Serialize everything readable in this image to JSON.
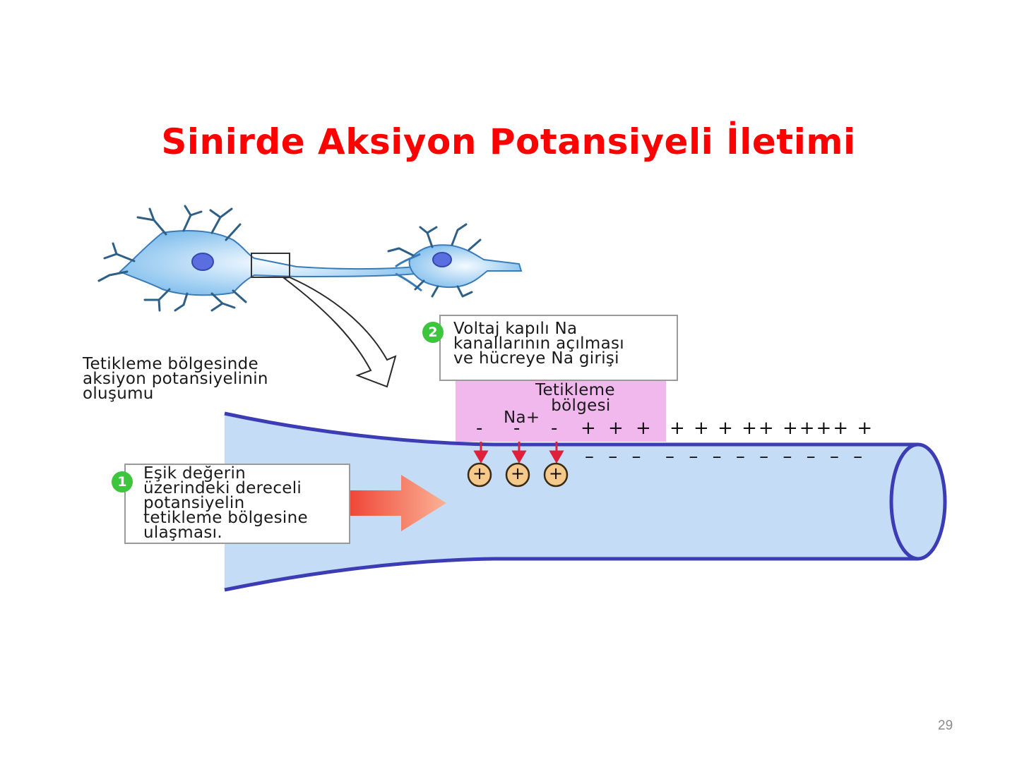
{
  "slide": {
    "title": "Sinirde Aksiyon Potansiyeli İletimi",
    "page_number": "29"
  },
  "diagram": {
    "colors": {
      "title": "#ff0000",
      "axon_fill": "#c4dcf6",
      "axon_outline": "#3c3cb4",
      "neuron_fill": "#8ec8f0",
      "nucleus": "#5a6ee0",
      "trigger_zone": "#f0b8ec",
      "badge": "#3dc63d",
      "arrow_red": "#e8303a",
      "ion": "#f5c88c"
    },
    "trigger_zone_caption": [
      "Tetikleme bölgesinde",
      "aksiyon potansiyelinin",
      "oluşumu"
    ],
    "step1": {
      "number": "1",
      "lines": [
        "Eşik değerin",
        "üzerindeki dereceli",
        "potansiyelin",
        "tetikleme bölgesine",
        "ulaşması."
      ]
    },
    "step2": {
      "number": "2",
      "lines": [
        "Voltaj kapılı Na",
        "kanallarının açılması",
        "ve hücreye Na girişi"
      ]
    },
    "trigger_zone_label": [
      "Tetikleme",
      "bölgesi"
    ],
    "ion_label": "Na+",
    "outside_charges_zone": [
      "-",
      "-",
      "-",
      "+",
      "+",
      "+"
    ],
    "outside_charges_rest": "+ + + ++ ++++ +",
    "inside_charges_rest": "– – –  – – – – – – – – –",
    "ion_symbols": [
      "+",
      "+",
      "+"
    ]
  }
}
